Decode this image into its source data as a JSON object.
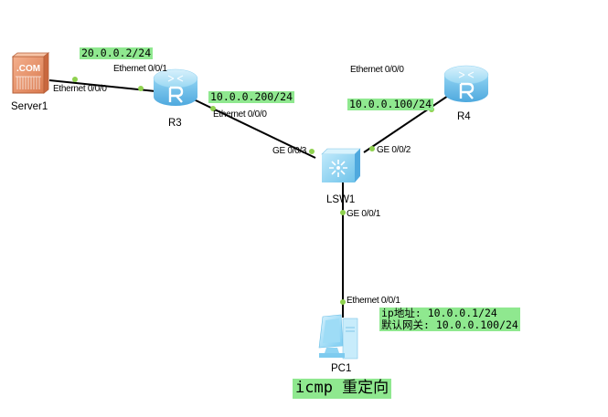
{
  "devices": {
    "server1": {
      "label": "Server1",
      "icon": "server-icon",
      "badge": ".COM"
    },
    "r3": {
      "label": "R3",
      "icon": "router-icon",
      "glyph": "R"
    },
    "r4": {
      "label": "R4",
      "icon": "router-icon",
      "glyph": "R"
    },
    "lsw1": {
      "label": "LSW1",
      "icon": "switch-icon"
    },
    "pc1": {
      "label": "PC1",
      "icon": "pc-icon"
    }
  },
  "ports": {
    "server1_eth": "Ethernet 0/0/0",
    "r3_eth1": "Ethernet 0/0/1",
    "r3_eth0": "Ethernet 0/0/0",
    "r4_eth0": "Ethernet 0/0/0",
    "lsw1_ge3": "GE 0/0/3",
    "lsw1_ge2": "GE 0/0/2",
    "lsw1_ge1": "GE 0/0/1",
    "pc1_eth1": "Ethernet 0/0/1"
  },
  "notes": {
    "server_ip": "20.0.0.2/24",
    "r3_ip": "10.0.0.200/24",
    "r4_ip": "10.0.0.100/24",
    "pc_ip": "ip地址: 10.0.0.1/24",
    "pc_gateway": "默认网关: 10.0.0.100/24",
    "title": "icmp 重定向"
  },
  "colors": {
    "note_bg": "#8fe88f",
    "port_dot": "#8fd14f",
    "link": "#000000",
    "router_body": "#7dc8ee",
    "server_body": "#e8926a"
  }
}
